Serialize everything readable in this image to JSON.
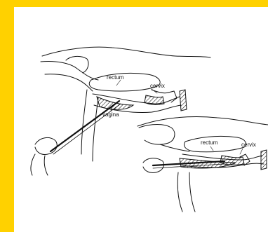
{
  "colors": {
    "frame": "#FFD100",
    "ink": "#111111",
    "background": "#ffffff"
  },
  "figure": {
    "upper": {
      "label_rectum": "rectum",
      "label_cervix": "cervix",
      "label_vagina": "vagina"
    },
    "lower": {
      "label_rectum": "rectum",
      "label_cervix": "cervix"
    }
  }
}
